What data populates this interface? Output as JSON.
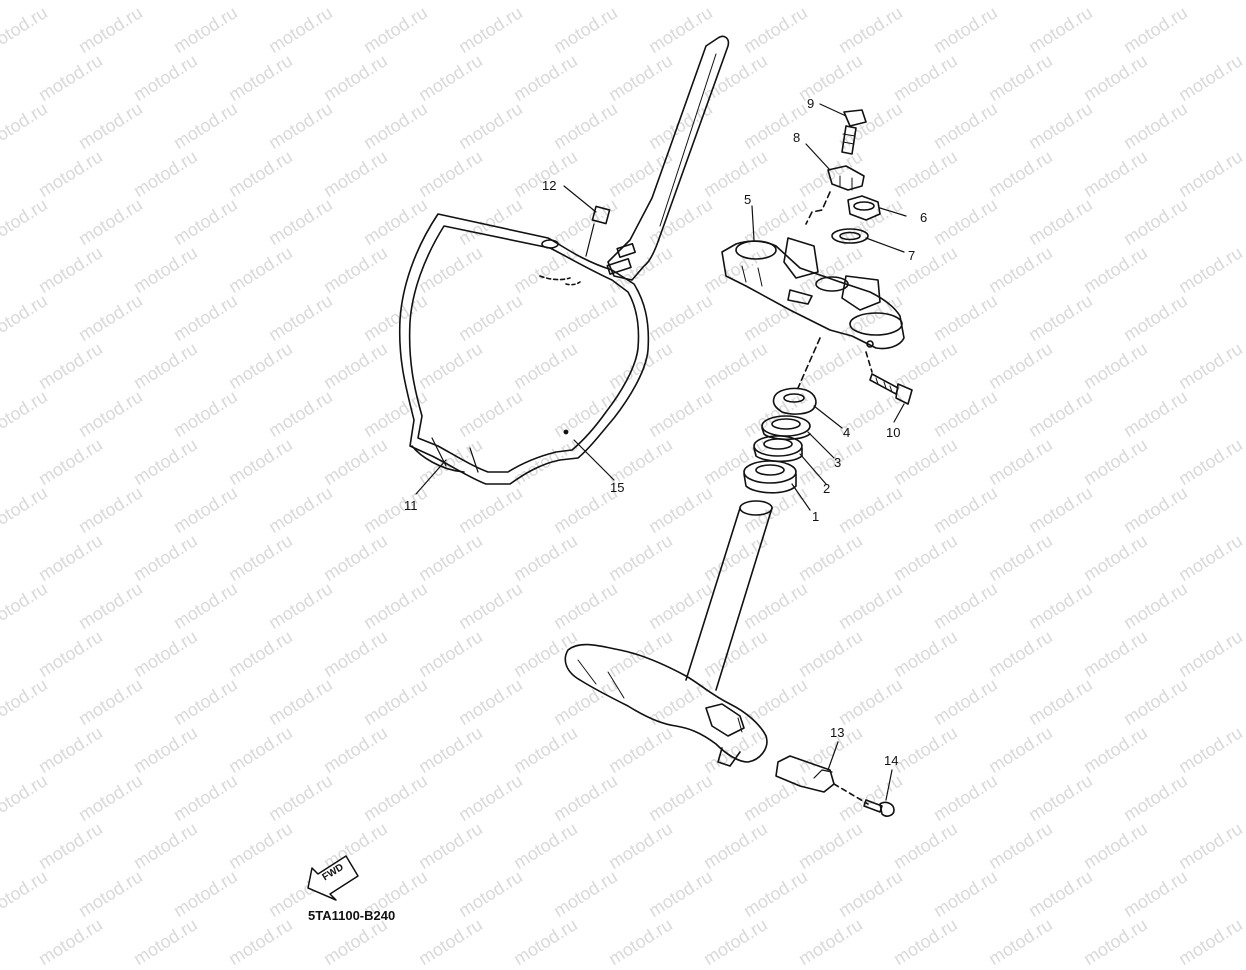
{
  "watermark": {
    "text": "motod.ru"
  },
  "part_code": "5TA1100-B240",
  "fwd_label": "FWD",
  "callouts": [
    "1",
    "2",
    "3",
    "4",
    "5",
    "6",
    "7",
    "8",
    "9",
    "10",
    "11",
    "12",
    "13",
    "14",
    "15"
  ]
}
